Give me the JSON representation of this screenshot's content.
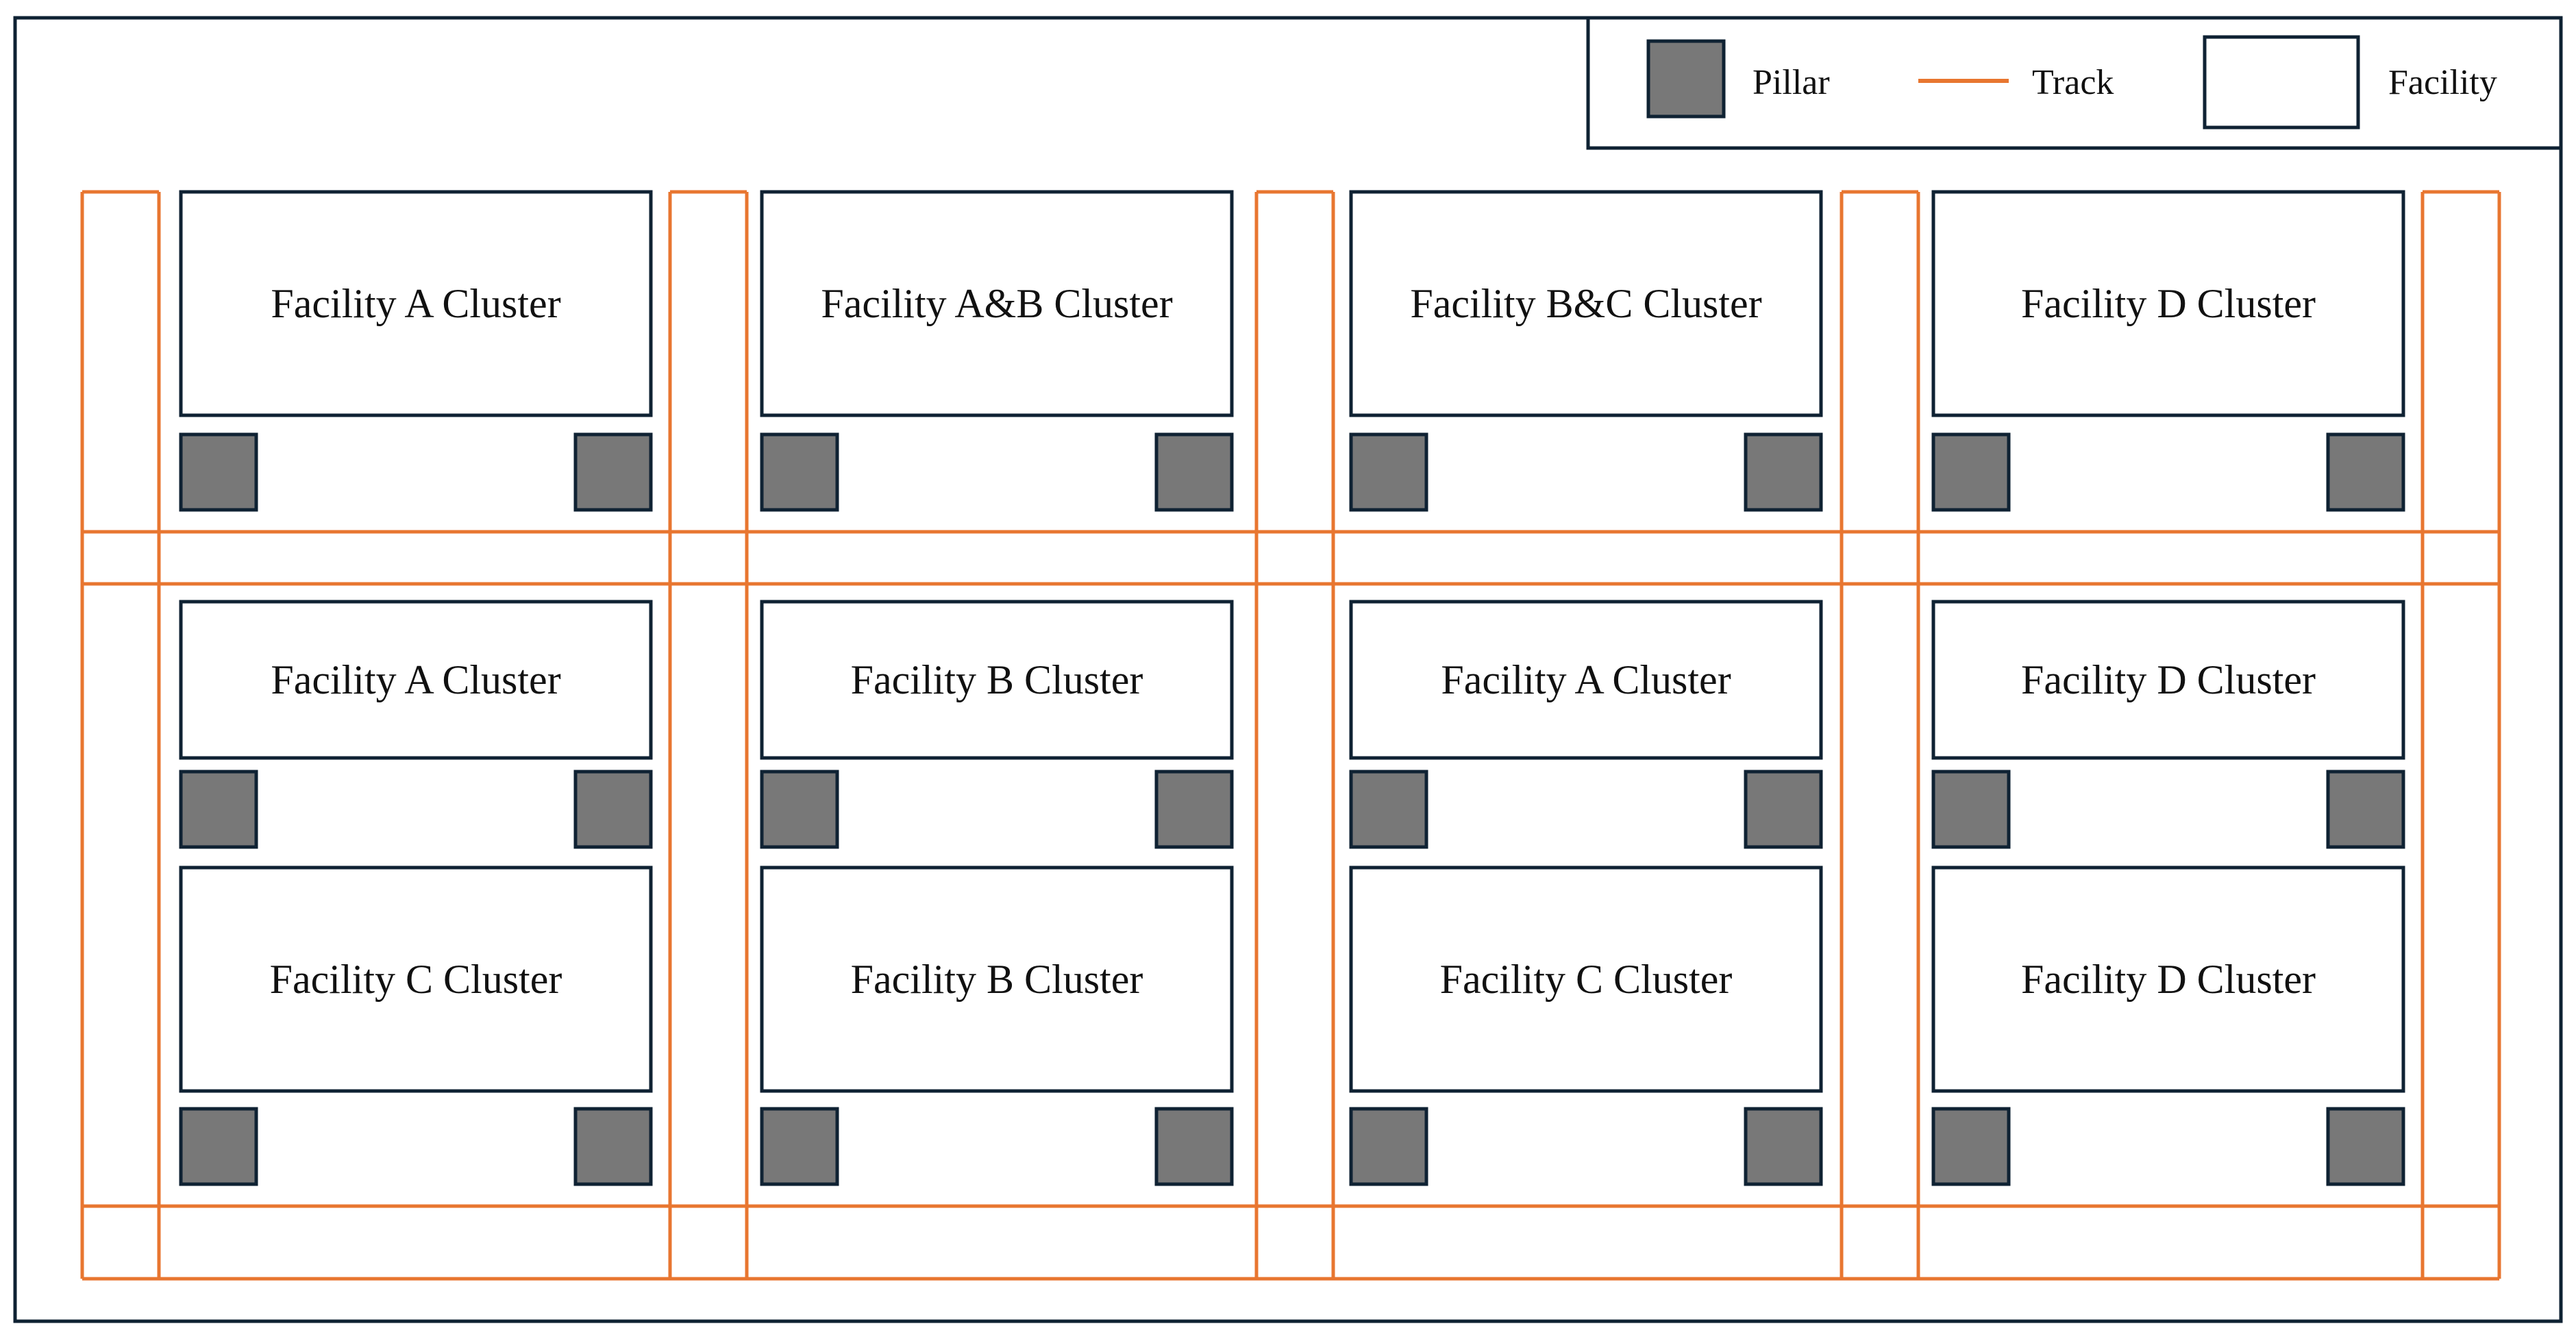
{
  "colors": {
    "frame": "#0f2233",
    "track": "#e87630",
    "pillar_fill": "#787878",
    "pillar_stroke": "#0f2233",
    "facility_stroke": "#0f2233",
    "background": "#ffffff"
  },
  "legend": {
    "pillar_label": "Pillar",
    "track_label": "Track",
    "facility_label": "Facility",
    "pillar_icon": "gray-square",
    "track_icon": "orange-line",
    "facility_icon": "white-rectangle"
  },
  "layout_grid": {
    "columns": 4,
    "rows": [
      {
        "row": "top",
        "cells": [
          "Facility A Cluster",
          "Facility A&B Cluster",
          "Facility B&C Cluster",
          "Facility D Cluster"
        ]
      },
      {
        "row": "middle",
        "cells": [
          "Facility A Cluster",
          "Facility B Cluster",
          "Facility A Cluster",
          "Facility D Cluster"
        ]
      },
      {
        "row": "bottom",
        "cells": [
          "Facility C Cluster",
          "Facility B Cluster",
          "Facility C Cluster",
          "Facility D Cluster"
        ]
      }
    ],
    "pillars_per_facility": 2
  }
}
